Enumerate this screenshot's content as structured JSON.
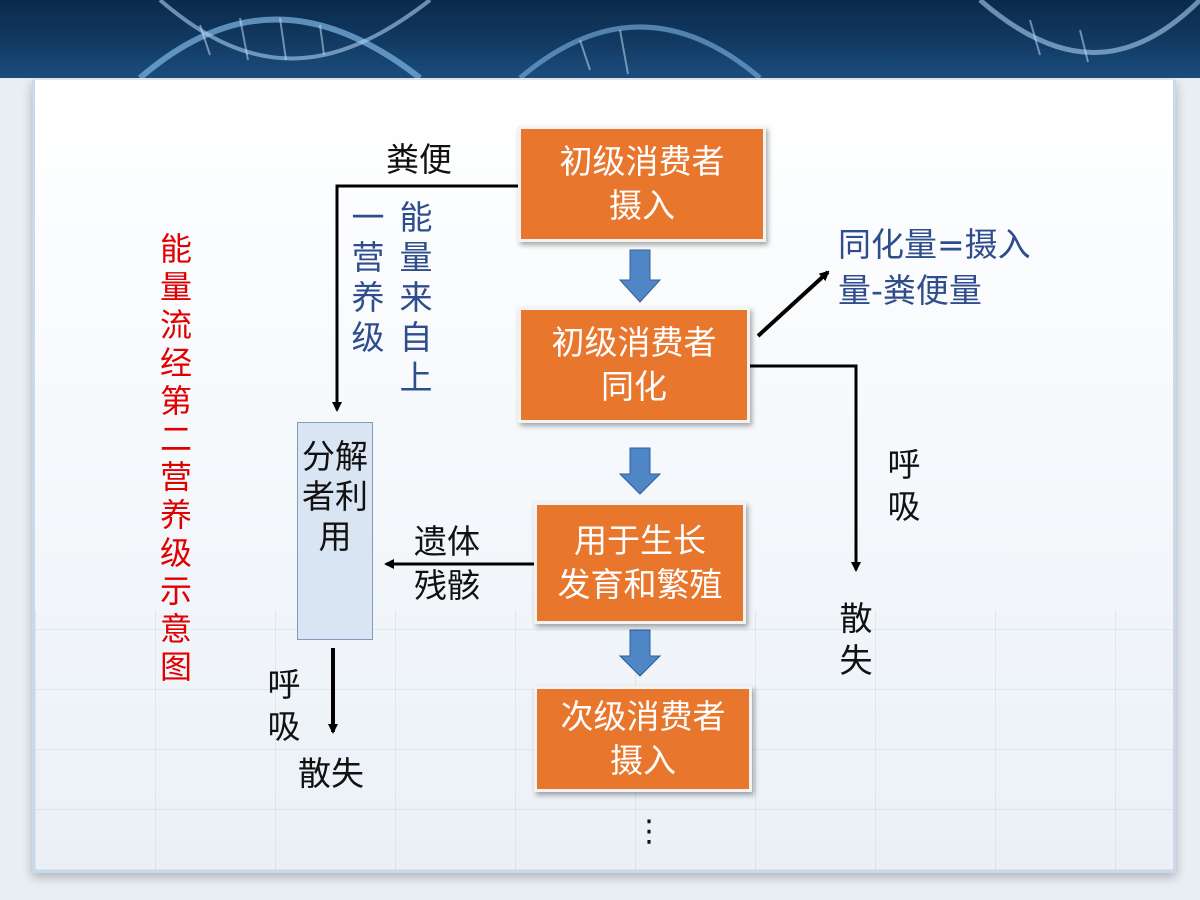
{
  "side_title": "能量流经第二营养级示意图",
  "boxes": {
    "intake": [
      "初级消费者",
      "摄入"
    ],
    "assimilation": [
      "初级消费者",
      "同化"
    ],
    "growth": [
      "用于生长",
      "发育和繁殖"
    ],
    "secondary": [
      "次级消费者",
      "摄入"
    ]
  },
  "labels": {
    "feces": "粪便",
    "feces_note_col1": "能量来自上",
    "feces_note_col2": "一营养级",
    "decomposer": "分解者利用",
    "remains": [
      "遗体",
      "残骸"
    ],
    "formula": [
      "同化量=摄入",
      "量-粪便量"
    ],
    "respiration_right": "呼吸",
    "dissipation_right": "散失",
    "respiration_left": "呼吸",
    "dissipation_left": "散失",
    "ellipsis": "⋮"
  },
  "colors": {
    "box_fill": "#e8762d",
    "flow_arrow": "#4f86c6",
    "title_red": "#e00000",
    "note_blue": "#2f4d8c"
  }
}
